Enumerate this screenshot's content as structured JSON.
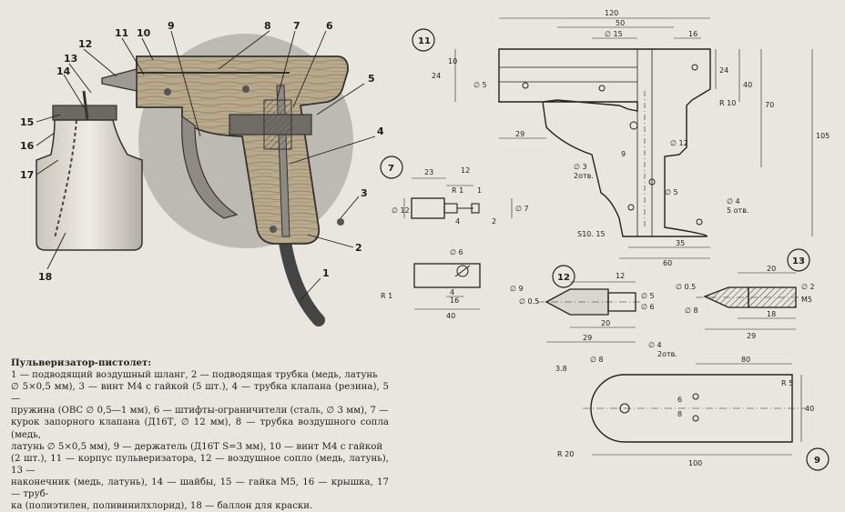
{
  "caption": {
    "title": "Пульверизатор-пистолет:",
    "lines": [
      "1 — подводящий воздушный шланг, 2 — подводящая трубка (медь, латунь",
      "∅ 5×0,5 мм), 3 — винт М4 с гайкой (5 шт.), 4 — трубка клапана (резина), 5 —",
      "пружина (ОВС ∅ 0,5—1 мм), 6 — штифты-ограничители (сталь, ∅ 3 мм), 7 —",
      "курок запорного клапана (Д16Т, ∅ 12 мм), 8 — трубка воздушного сопла (медь,",
      "латунь ∅ 5×0,5 мм), 9 — держатель (Д16Т S=3 мм), 10 — винт М4 с гайкой",
      "(2 шт.), 11 — корпус пульверизатора, 12 — воздушное сопло (медь, латунь), 13 —",
      "наконечник (медь, латунь), 14 — шайбы, 15 — гайка М5, 16 — крышка, 17 — труб-",
      "ка (полиэтилен, поливинилхлорид), 18 — баллон для краски."
    ]
  },
  "callouts": {
    "c1": "1",
    "c2": "2",
    "c3": "3",
    "c4": "4",
    "c5": "5",
    "c6": "6",
    "c7": "7",
    "c8": "8",
    "c9": "9",
    "c10": "10",
    "c11": "11",
    "c12": "12",
    "c13": "13",
    "c14": "14",
    "c15": "15",
    "c16": "16",
    "c17": "17",
    "c18": "18"
  },
  "views": {
    "v11": "11",
    "v7": "7",
    "v12": "12",
    "v13": "13",
    "v9": "9"
  },
  "dims": {
    "body": {
      "d120": "120",
      "d50": "50",
      "d15": "∅ 15",
      "d16": "16",
      "d24": "24",
      "d10": "10",
      "d5": "∅ 5",
      "d24b": "24",
      "d40": "40",
      "d70": "70",
      "d105": "105",
      "r10": "R 10",
      "d29": "29",
      "d3hole": "∅ 3",
      "d3hole2": "2отв.",
      "d12": "∅ 12",
      "d9": "9",
      "d5b": "∅ 5",
      "d4hole": "∅ 4",
      "d4hole2": "5 отв.",
      "s10": "S10. 15",
      "d35": "35",
      "d60": "60"
    },
    "trigger": {
      "d23": "23",
      "d12": "12",
      "r1": "R 1",
      "d4": "4",
      "d12dia": "∅ 12",
      "d7": "∅ 7",
      "d2": "2",
      "d1": "1"
    },
    "block": {
      "d6": "∅ 6",
      "r1": "R 1",
      "d4": "4",
      "d16": "16",
      "d40": "40"
    },
    "nozzle12": {
      "d12": "12",
      "d9": "∅ 9",
      "d05": "∅ 0.5",
      "d5": "∅ 5",
      "d6": "∅ 6",
      "d20": "20",
      "d29": "29"
    },
    "nozzle13": {
      "d20": "20",
      "d05": "∅ 0.5",
      "d8": "∅ 8",
      "d2": "∅ 2",
      "m5": "M5",
      "d18": "18",
      "d29": "29"
    },
    "holder": {
      "d38": "3.8",
      "d8": "∅ 8",
      "d4hole": "∅ 4",
      "d4hole2": "2отв.",
      "d80": "80",
      "r5": "R 5",
      "d40": "40",
      "d6": "6",
      "d8b": "8",
      "r20": "R 20",
      "d100": "100"
    }
  }
}
